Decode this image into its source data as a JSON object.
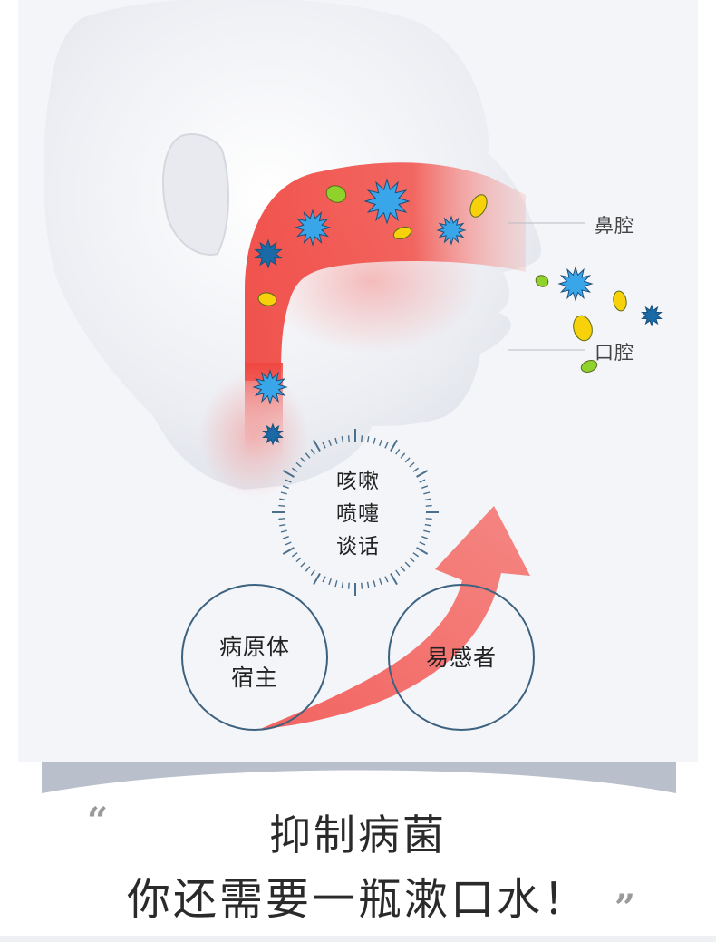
{
  "diagram": {
    "labels": {
      "nasal_cavity": "鼻腔",
      "oral_cavity": "口腔"
    },
    "transmission_modes": [
      "咳嗽",
      "喷嚏",
      "谈话"
    ],
    "source_circle": [
      "病原体",
      "宿主"
    ],
    "target_circle": "易感者"
  },
  "headline": {
    "open_quote": "“",
    "close_quote": "”",
    "line1": "抑制病菌",
    "line2": "你还需要一瓶漱口水！"
  },
  "colors": {
    "background": "#f4f5f9",
    "airway_red": "#f04a44",
    "arrow_red": "#ef6b6b",
    "germ_blue_light": "#3aa6ea",
    "germ_blue_dark": "#1a6aa8",
    "germ_green": "#8fd22c",
    "germ_yellow": "#f7d20a",
    "circle_stroke": "#3c6280",
    "band_gray": "#b9bfcb"
  },
  "icons": [
    "virus-star-icon",
    "bacteria-bean-icon"
  ]
}
